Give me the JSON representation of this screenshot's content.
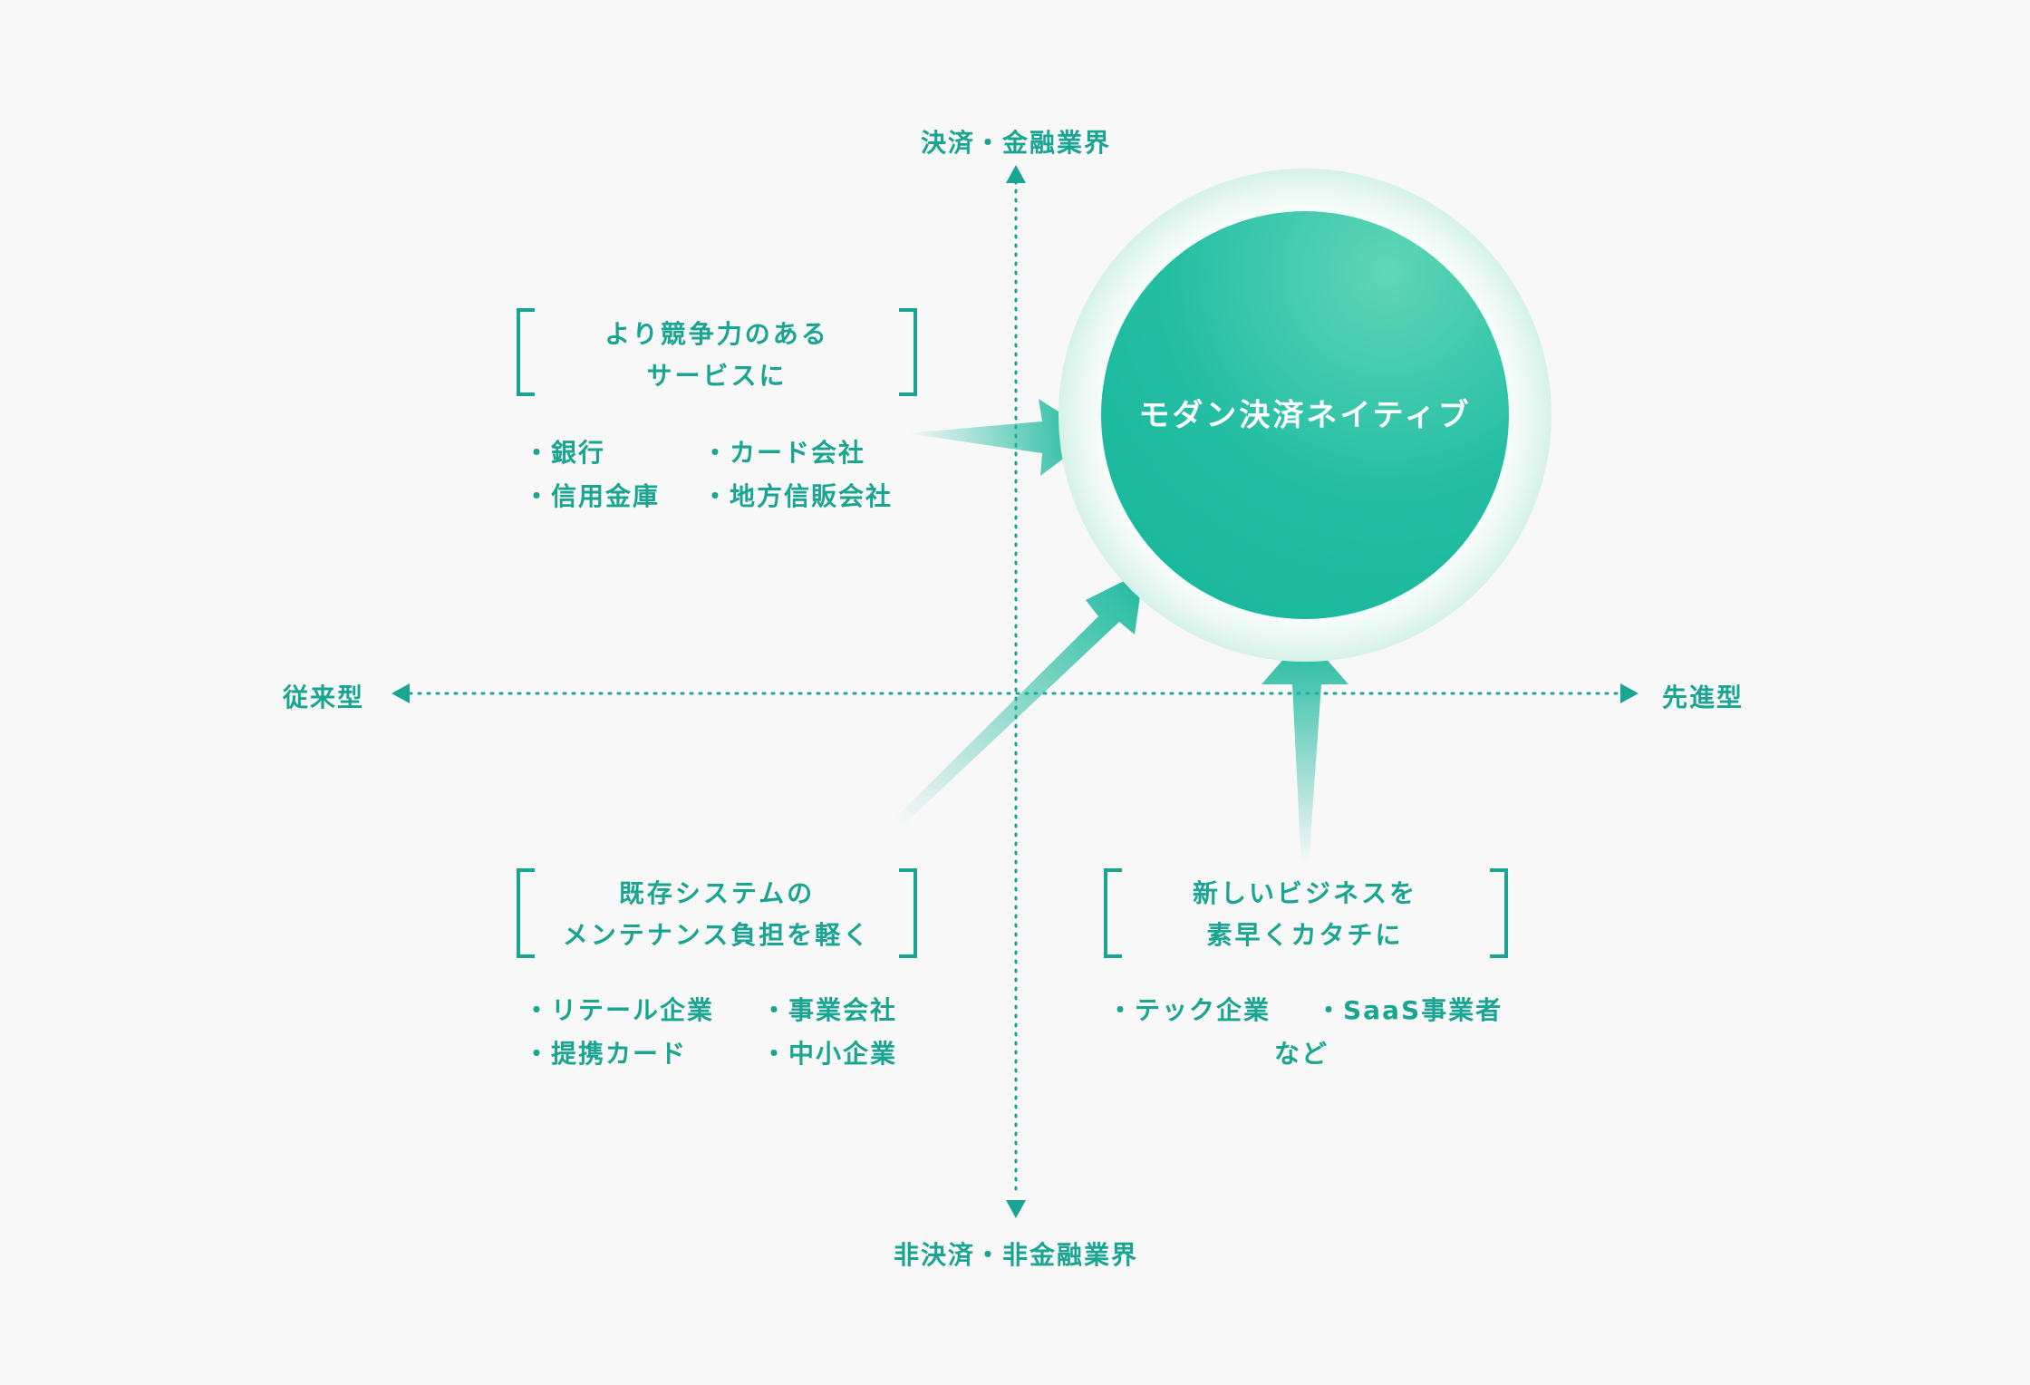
{
  "axes": {
    "top": "決済・金融業界",
    "bottom": "非決済・非金融業界",
    "left": "従来型",
    "right": "先進型"
  },
  "center": {
    "label": "モダン決済ネイティブ"
  },
  "groups": {
    "top_left": {
      "caption": [
        "より競争力のある",
        "サービスに"
      ],
      "items": [
        "・銀行",
        "・カード会社",
        "・信用金庫",
        "・地方信販会社"
      ]
    },
    "bottom_left": {
      "caption": [
        "既存システムの",
        "メンテナンス負担を軽く"
      ],
      "items": [
        "・リテール企業",
        "・事業会社",
        "・提携カード",
        "・中小企業"
      ]
    },
    "bottom_right": {
      "caption": [
        "新しいビジネスを",
        "素早くカタチに"
      ],
      "items": [
        "・テック企業",
        "・SaaS事業者",
        "など"
      ]
    }
  },
  "colors": {
    "accent": "#1aa592",
    "circle_light": "#5fd4b4",
    "circle_dark": "#1cb99d",
    "background": "#f8f8f8"
  }
}
